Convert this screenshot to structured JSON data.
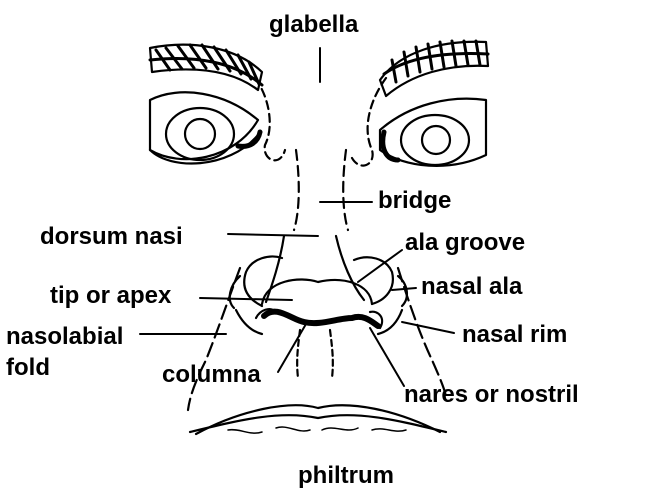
{
  "diagram": {
    "labels": {
      "glabella": "glabella",
      "bridge": "bridge",
      "dorsum_nasi": "dorsum nasi",
      "ala_groove": "ala groove",
      "tip_or_apex": "tip or apex",
      "nasal_ala": "nasal ala",
      "nasolabial_fold_line1": "nasolabial",
      "nasolabial_fold_line2": "fold",
      "nasal_rim": "nasal rim",
      "columna": "columna",
      "nares_or_nostril": "nares or nostril",
      "philtrum": "philtrum"
    },
    "colors": {
      "ink": "#000000",
      "background": "#ffffff"
    }
  }
}
